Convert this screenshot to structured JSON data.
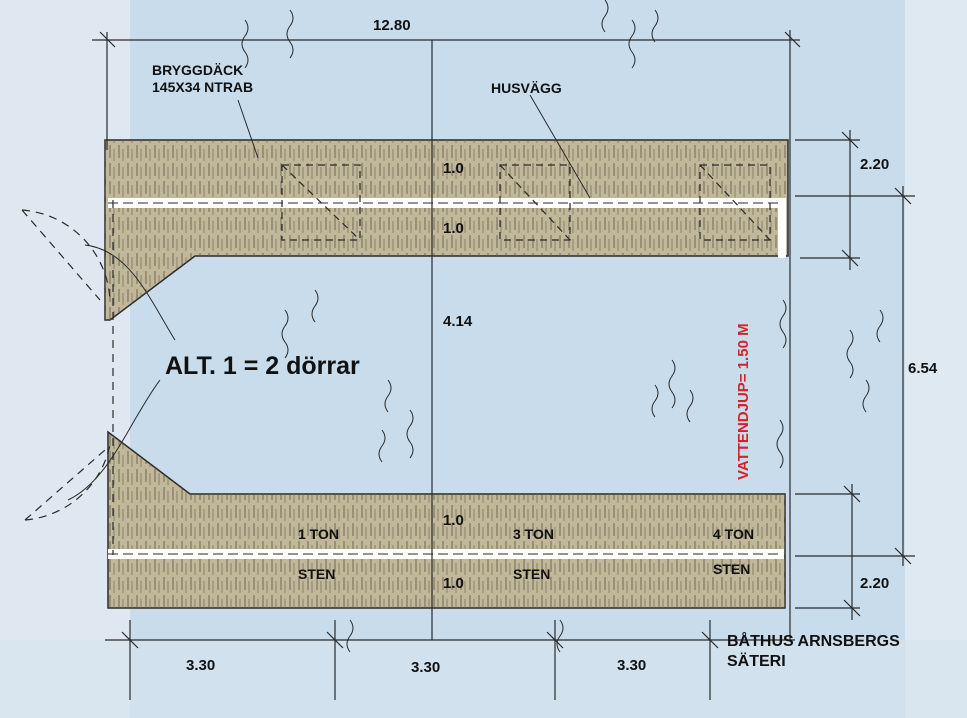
{
  "labels": {
    "total_width": "12.80",
    "deck_line1": "BRYGGDÄCK",
    "deck_line2": "145X34 NTRAB",
    "wall": "HUSVÄGG",
    "deck_top_outer": "1.0",
    "deck_top_inner": "1.0",
    "inner_depth": "4.14",
    "deck_bottom_inner": "1.0",
    "deck_bottom_outer": "1.0",
    "right_top": "2.20",
    "right_mid": "6.54",
    "right_bottom": "2.20",
    "alt": "ALT. 1 = 2 dörrar",
    "water_depth": "VATTENDJUP= 1.50 M",
    "stone1_a": "1 TON",
    "stone1_b": "STEN",
    "stone2_a": "3 TON",
    "stone2_b": "STEN",
    "stone3_a": "4 TON",
    "stone3_b": "STEN",
    "bay1": "3.30",
    "bay2": "3.30",
    "bay3": "3.30",
    "title_line1": "BÅTHUS ARNSBERGS",
    "title_line2": "SÄTERI"
  },
  "colors": {
    "water": "#c9dcec",
    "deck": "#c1b799",
    "line": "#2a2a2a",
    "accent": "#d2232a"
  }
}
